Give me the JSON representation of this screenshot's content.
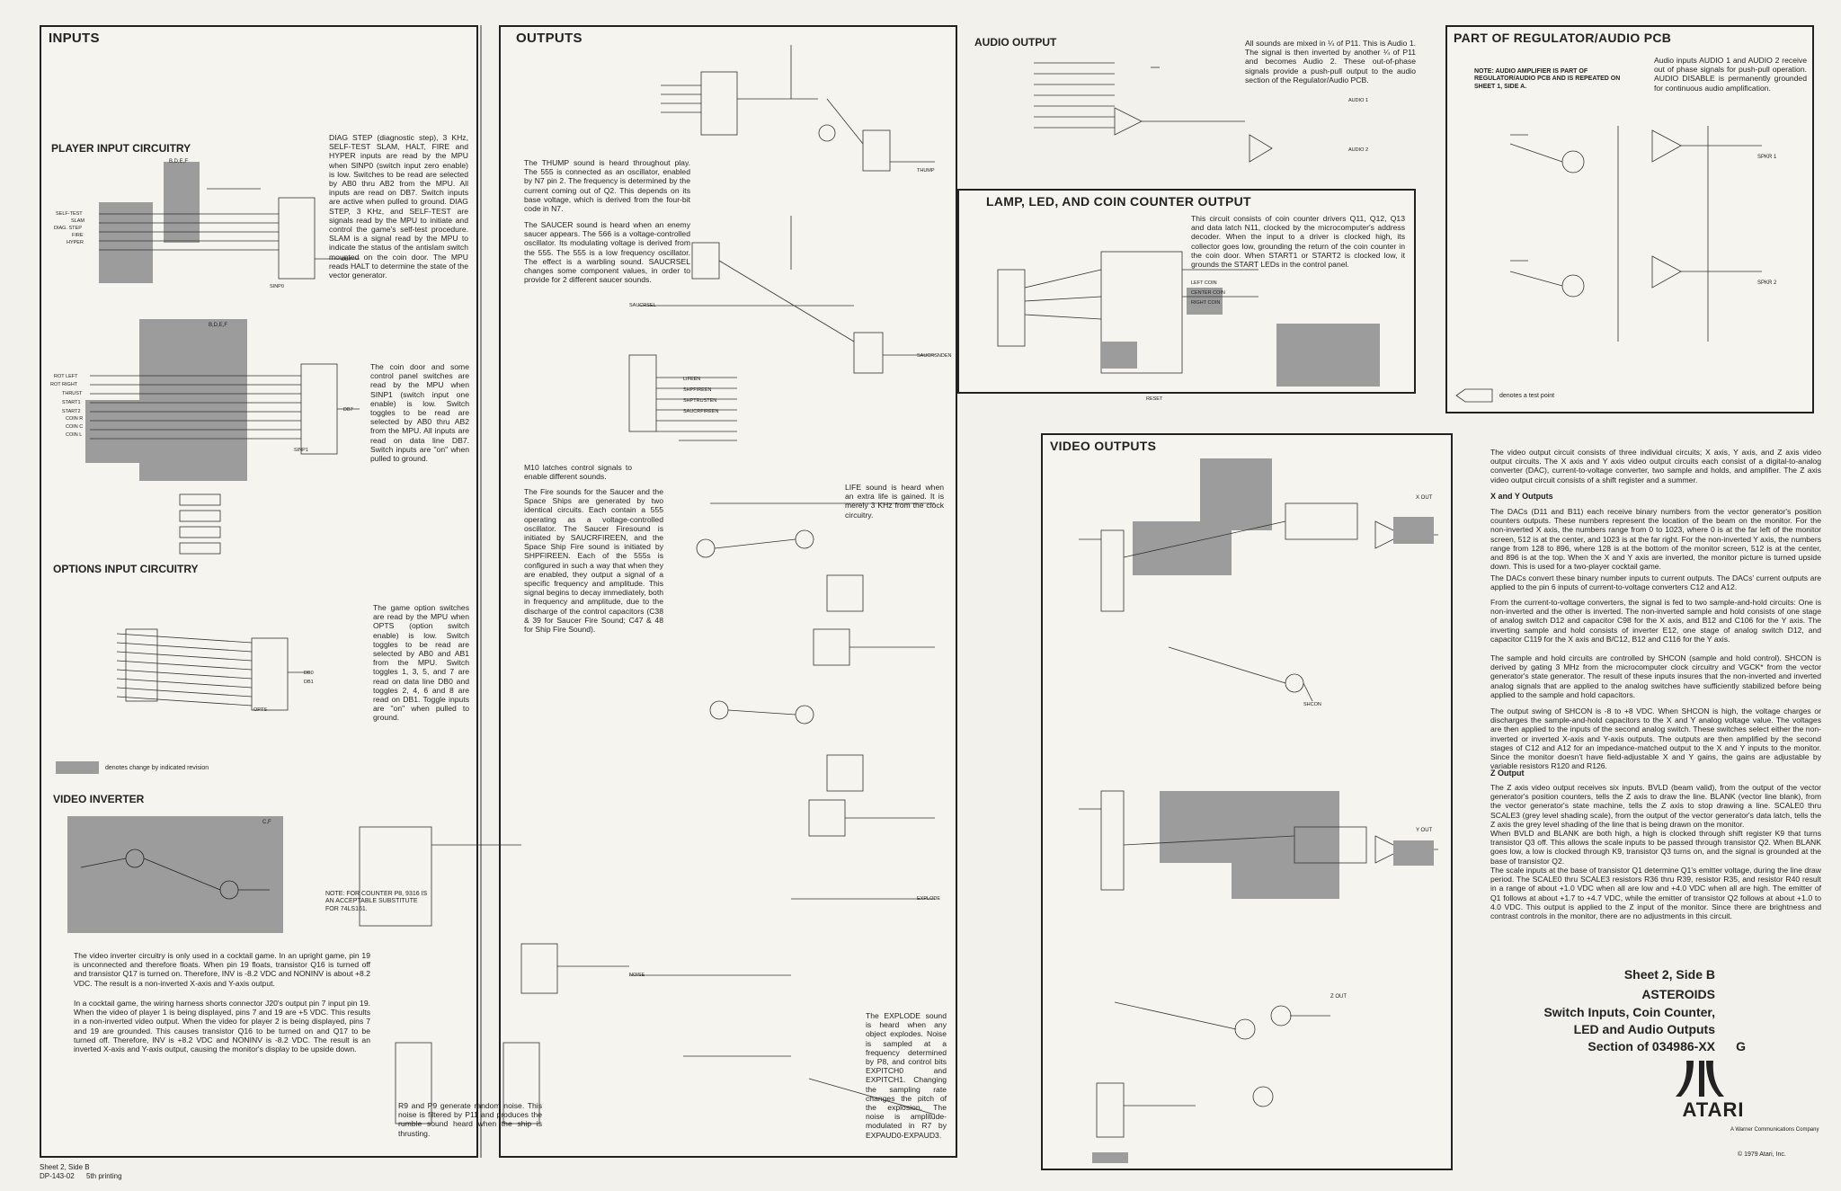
{
  "sections": {
    "inputs": "INPUTS",
    "player_input": "PLAYER INPUT CIRCUITRY",
    "options_input": "OPTIONS INPUT CIRCUITRY",
    "video_inverter": "VIDEO INVERTER",
    "outputs": "OUTPUTS",
    "audio_output": "AUDIO OUTPUT",
    "lamp_led": "LAMP, LED, AND COIN COUNTER OUTPUT",
    "video_outputs": "VIDEO OUTPUTS",
    "regulator": "PART OF REGULATOR/AUDIO PCB",
    "x_and_y": "X and Y Outputs",
    "z_output": "Z Output"
  },
  "texts": {
    "diag_step": "DIAG STEP (diagnostic step), 3 KHz, SELF-TEST SLAM, HALT, FIRE and HYPER inputs are read by the MPU when SINP0 (switch input zero enable) is low. Switches to be read are selected by AB0 thru AB2 from the MPU. All inputs are read on DB7. Switch inputs are active when pulled to ground. DIAG STEP, 3 KHz, and SELF-TEST are signals read by the MPU to initiate and control the game's self-test procedure. SLAM is a signal read by the MPU to indicate the status of the antislam switch mounted on the coin door. The MPU reads HALT to determine the state of the vector generator.",
    "coin_door": "The coin door and some control panel switches are read by the MPU when SINP1 (switch input one enable) is low. Switch toggles to be read are selected by AB0 thru AB2 from the MPU. All inputs are read on data line DB7. Switch inputs are \"on\" when pulled to ground.",
    "options": "The game option switches are read by the MPU when OPTS (option switch enable) is low. Switch toggles to be read are selected by AB0 and AB1 from the MPU. Switch toggles 1, 3, 5, and 7 are read on data line DB0 and toggles 2, 4, 6 and 8 are read on DB1. Toggle inputs are \"on\" when pulled to ground.",
    "revision_note": "denotes change by indicated revision",
    "video_inv_1": "The video inverter circuitry is only used in a cocktail game. In an upright game, pin 19 is unconnected and therefore floats. When pin 19 floats, transistor Q16 is turned off and transistor Q17 is turned on. Therefore, INV is -8.2 VDC and NONINV is about +8.2 VDC. The result is a non-inverted X-axis and Y-axis output.",
    "video_inv_2": "In a cocktail game, the wiring harness shorts connector J20's output pin 7 input pin 19. When the video of player 1 is being displayed, pins 7 and 19 are +5 VDC. This results in a non-inverted video output. When the video for player 2 is being displayed, pins 7 and 19 are grounded. This causes transistor Q16 to be turned on and Q17 to be turned off. Therefore, INV is +8.2 VDC and NONINV is -8.2 VDC. The result is an inverted X-axis and Y-axis output, causing the monitor's display to be upside down.",
    "thump": "The THUMP sound is heard throughout play. The 555 is connected as an oscillator, enabled by N7 pin 2. The frequency is determined by the current coming out of Q2. This depends on its base voltage, which is derived from the four-bit code in N7.",
    "saucer": "The SAUCER sound is heard when an enemy saucer appears. The 566 is a voltage-controlled oscillator. Its modulating voltage is derived from the 555. The 555 is a low frequency oscillator. The effect is a warbling sound. SAUCRSEL changes some component values, in order to provide for 2 different saucer sounds.",
    "m10": "M10 latches control signals to enable different sounds.",
    "fire": "The Fire sounds for the Saucer and the Space Ships are generated by two identical circuits. Each contain a 555 operating as a voltage-controlled oscillator. The Saucer Firesound is initiated by SAUCRFIREEN, and the Space Ship Fire sound is initiated by SHPFIREEN. Each of the 555s is configured in such a way that when they are enabled, they output a signal of a specific frequency and amplitude. This signal begins to decay immediately, both in frequency and amplitude, due to the discharge of the control capacitors (C38 & 39 for Saucer Fire Sound; C47 & 48 for Ship Fire Sound).",
    "life": "LIFE sound is heard when an extra life is gained. It is merely 3 KHz from the clock circuitry.",
    "counter_note": "NOTE: FOR COUNTER P8, 9316 IS AN ACCEPTABLE SUBSTITUTE FOR 74LS161.",
    "explode": "The EXPLODE sound is heard when any object explodes. Noise is sampled at a frequency determined by P8, and control bits EXPITCH0 and EXPITCH1. Changing the sampling rate changes the pitch of the explosion. The noise is amplitude-modulated in R7 by EXPAUD0-EXPAUD3.",
    "noise": "R9 and P9 generate random noise. This noise is filtered by P11 and produces the rumble sound heard when the ship is thrusting.",
    "audio_mix": "All sounds are mixed in ¼ of P11. This is Audio 1. The signal is then inverted by another ¼ of P11 and becomes Audio 2. These out-of-phase signals provide a push-pull output to the audio section of the Regulator/Audio PCB.",
    "lamp": "This circuit consists of coin counter drivers Q11, Q12, Q13 and data latch N11, clocked by the microcomputer's address decoder. When the input to a driver is clocked high, its collector goes low, grounding the return of the coin counter in the coin door. When START1 or START2 is clocked low, it grounds the START LEDs in the control panel.",
    "reg_note": "NOTE: AUDIO AMPLIFIER IS PART OF REGULATOR/AUDIO PCB AND IS REPEATED ON SHEET 1, SIDE A.",
    "reg_text": "Audio inputs AUDIO 1 and AUDIO 2 receive out of phase signals for push-pull operation. AUDIO DISABLE is permanently grounded for continuous audio amplification.",
    "test_point": "denotes a test point",
    "vid_1": "The video output circuit consists of three individual circuits; X axis, Y axis, and Z axis video output circuits. The X axis and Y axis video output circuits each consist of a digital-to-analog converter (DAC), current-to-voltage converter, two sample and holds, and amplifier. The Z axis video output circuit consists of a shift register and a summer.",
    "vid_2": "The DACs (D11 and B11) each receive binary numbers from the vector generator's position counters outputs. These numbers represent the location of the beam on the monitor. For the non-inverted X axis, the numbers range from 0 to 1023, where 0 is at the far left of the monitor screen, 512 is at the center, and 1023 is at the far right. For the non-inverted Y axis, the numbers range from 128 to 896, where 128 is at the bottom of the monitor screen, 512 is at the center, and 896 is at the top. When the X and Y axis are inverted, the monitor picture is turned upside down. This is used for a two-player cocktail game.",
    "vid_3": "The DACs convert these binary number inputs to current outputs. The DACs' current outputs are applied to the pin 6 inputs of current-to-voltage converters C12 and A12.",
    "vid_4": "From the current-to-voltage converters, the signal is fed to two sample-and-hold circuits: One is non-inverted and the other is inverted. The non-inverted sample and hold consists of one stage of analog switch D12 and capacitor C98 for the X axis, and B12 and C106 for the Y axis. The inverting sample and hold consists of inverter E12, one stage of analog switch D12, and capacitor C119 for the X axis and B/C12, B12 and C116 for the Y axis.",
    "vid_5": "The sample and hold circuits are controlled by SHCON (sample and hold control). SHCON is derived by gating 3 MHz from the microcomputer clock circuitry and VGCK* from the vector generator's state generator. The result of these inputs insures that the non-inverted and inverted analog signals that are applied to the analog switches have sufficiently stabilized before being applied to the sample and hold capacitors.",
    "vid_6": "The output swing of SHCON is -8 to +8 VDC. When SHCON is high, the voltage charges or discharges the sample-and-hold capacitors to the X and Y analog voltage value. The voltages are then applied to the inputs of the second analog switch. These switches select either the non-inverted or inverted X-axis and Y-axis outputs. The outputs are then amplified by the second stages of C12 and A12 for an impedance-matched output to the X and Y inputs to the monitor. Since the monitor doesn't have field-adjustable X and Y gains, the gains are adjustable by variable resistors R120 and R126.",
    "vid_7": "The Z axis video output receives six inputs. BVLD (beam valid), from the output of the vector generator's position counters, tells the Z axis to draw the line. BLANK (vector line blank), from the vector generator's state machine, tells the Z axis to stop drawing a line. SCALE0 thru SCALE3 (grey level shading scale), from the output of the vector generator's data latch, tells the Z axis the grey level shading of the line that is being drawn on the monitor.",
    "vid_8": "When BVLD and BLANK are both high, a high is clocked through shift register K9 that turns transistor Q3 off. This allows the scale inputs to be passed through transistor Q2. When BLANK goes low, a low is clocked through K9, transistor Q3 turns on, and the signal is grounded at the base of transistor Q2.",
    "vid_9": "The scale inputs at the base of transistor Q1 determine Q1's emitter voltage, during the line draw period. The SCALE0 thru SCALE3 resistors R36 thru R39, resistor R35, and resistor R40 result in a range of about +1.0 VDC when all are low and +4.0 VDC when all are high. The emitter of Q1 follows at about +1.7 to +4.7 VDC, while the emitter of transistor Q2 follows at about +1.0 to 4.0 VDC. This output is applied to the Z input of the monitor. Since there are brightness and contrast controls in the monitor, there are no adjustments in this circuit."
  },
  "title_block": {
    "sheet": "Sheet 2, Side B",
    "game": "ASTEROIDS",
    "line1": "Switch Inputs, Coin Counter,",
    "line2": "LED and Audio Outputs",
    "line3": "Section of 034986-XX",
    "rev": "G",
    "brand": "ATARI",
    "copyright": "© 1979 Atari, Inc.",
    "warner": "A Warner Communications Company"
  },
  "footer": {
    "sheet": "Sheet 2, Side B",
    "doc": "DP-143-02",
    "printing": "5th printing"
  },
  "labels": {
    "self_test": "SELF-TEST",
    "slam": "SLAM",
    "diag_step": "DIAG. STEP",
    "fire": "FIRE",
    "hyper": "HYPER",
    "rot_left": "ROT LEFT",
    "rot_right": "ROT RIGHT",
    "thrust": "THRUST",
    "start1": "START1",
    "start2": "START2",
    "coin_r": "COIN R",
    "coin_c": "COIN C",
    "coin_l": "COIN L",
    "sinp0": "SINP0",
    "sinp1": "SINP1",
    "opts": "OPTS",
    "db7": "DB7",
    "db0": "DB0",
    "db1": "DB1",
    "bdef": "B,D,E,F",
    "cf": "C,F",
    "thump": "THUMP",
    "saucrsel": "SAUCRSEL",
    "saucrsnden": "SAUCRSNDEN",
    "lifeen": "LIFEEN",
    "shpfireen": "SHPFIREEN",
    "saucrfireen": "SAUCRFIREEN",
    "shptrusten": "SHPTRUSTEN",
    "explode": "EXPLODE",
    "noise": "NOISE",
    "audio1": "AUDIO 1",
    "audio2": "AUDIO 2",
    "spkr1": "SPKR 1",
    "spkr2": "SPKR 2",
    "xout": "X OUT",
    "yout": "Y OUT",
    "zout": "Z OUT",
    "shcon": "SHCON",
    "left_coin": "LEFT COIN",
    "center_coin": "CENTER COIN",
    "right_coin": "RIGHT COIN",
    "reset": "RESET"
  },
  "colors": {
    "ink": "#222222",
    "paper": "#f2f1ec",
    "shade": "#9c9c9c"
  }
}
